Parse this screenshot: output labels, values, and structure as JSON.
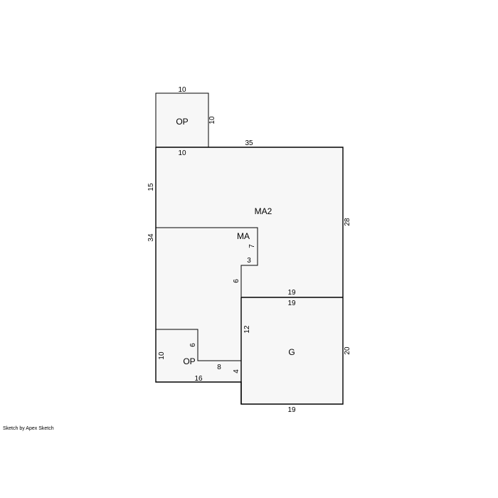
{
  "credit": "Sketch by Apex Sketch",
  "areas": {
    "op_top": "OP",
    "ma2": "MA2",
    "ma": "MA",
    "g": "G",
    "op_bottom": "OP"
  },
  "dimensions": {
    "op_top_top": "10",
    "op_top_right": "10",
    "op_top_bottom": "10",
    "ma2_top": "35",
    "ma2_left": "15",
    "ma2_right": "28",
    "ma_left": "34",
    "ma_notch_vertical": "7",
    "ma_notch_horizontal": "3",
    "ma_step_vertical": "6",
    "ma2_bottom": "19",
    "g_top": "19",
    "g_left": "12",
    "g_right": "20",
    "g_bottom": "19",
    "op_bottom_left": "10",
    "op_bottom_inner_vertical": "6",
    "op_bottom_inner_horizontal": "8",
    "op_bottom_step": "4",
    "bottom_length": "16"
  }
}
